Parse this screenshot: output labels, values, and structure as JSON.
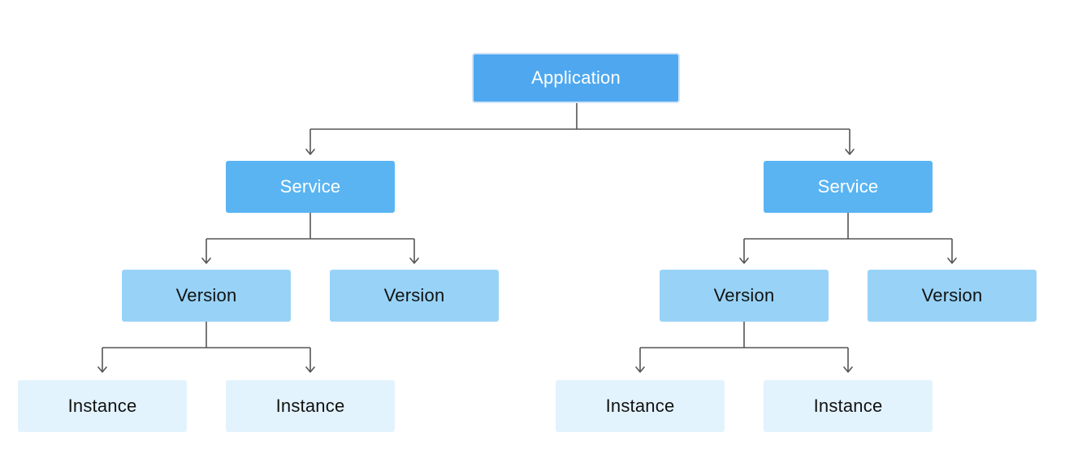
{
  "diagram": {
    "application": {
      "label": "Application"
    },
    "services": [
      {
        "label": "Service"
      },
      {
        "label": "Service"
      }
    ],
    "versions": [
      {
        "label": "Version"
      },
      {
        "label": "Version"
      },
      {
        "label": "Version"
      },
      {
        "label": "Version"
      }
    ],
    "instances": [
      {
        "label": "Instance"
      },
      {
        "label": "Instance"
      },
      {
        "label": "Instance"
      },
      {
        "label": "Instance"
      }
    ]
  },
  "colors": {
    "application_fill": "#4fa8ef",
    "service_fill": "#5ab4f2",
    "version_fill": "#98d3f7",
    "instance_fill": "#e3f3fd",
    "connector": "#555555"
  }
}
